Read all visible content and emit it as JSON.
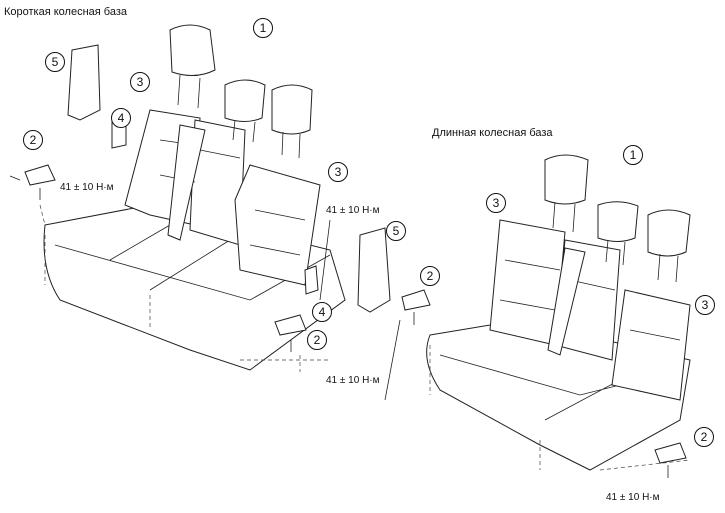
{
  "titles": {
    "short": "Короткая колесная база",
    "long": "Длинная колесная база"
  },
  "torque": "41 ± 10 Н·м",
  "callouts": {
    "c1": "1",
    "c2": "2",
    "c3": "3",
    "c4": "4",
    "c5": "5"
  }
}
